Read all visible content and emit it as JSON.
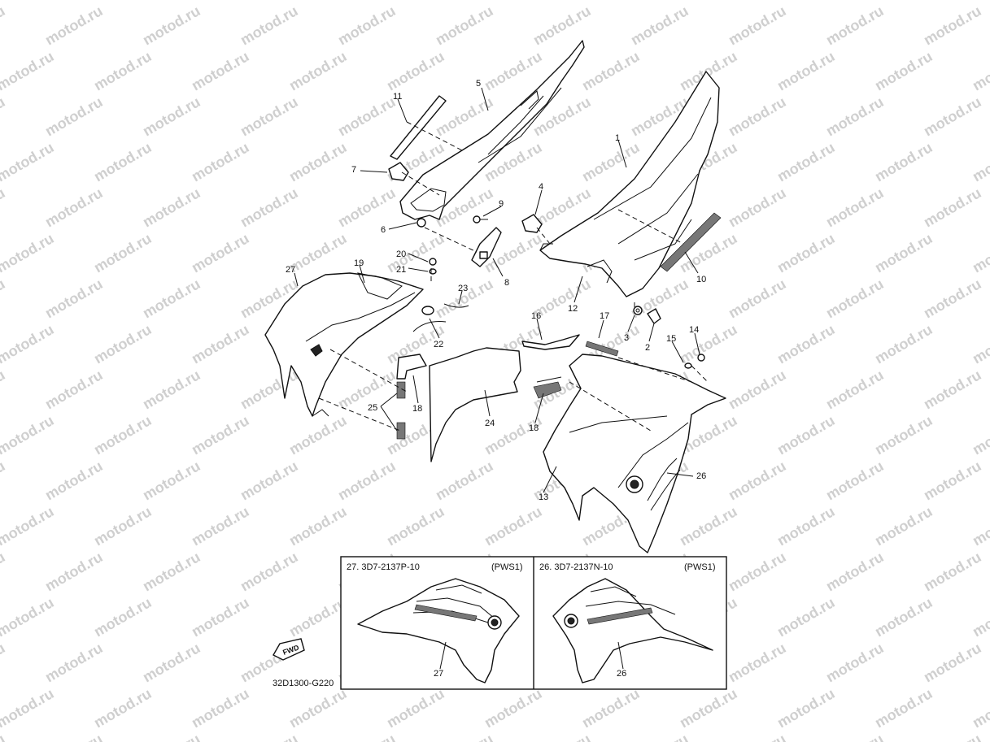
{
  "watermark": "motod.ru",
  "diagram_code": "32D1300-G220",
  "fwd_label": "FWD",
  "callouts": {
    "c1": "1",
    "c2": "2",
    "c3": "3",
    "c4": "4",
    "c5": "5",
    "c6": "6",
    "c7": "7",
    "c8": "8",
    "c9": "9",
    "c10": "10",
    "c11": "11",
    "c12": "12",
    "c13": "13",
    "c14": "14",
    "c15": "15",
    "c16": "16",
    "c17": "17",
    "c18a": "18",
    "c18b": "18",
    "c19": "19",
    "c20": "20",
    "c21": "21",
    "c22": "22",
    "c23": "23",
    "c24": "24",
    "c25": "25",
    "c26": "26",
    "c27": "27"
  },
  "inset_left": {
    "header": "27. 3D7-2137P-10",
    "variant": "(PWS1)",
    "callout": "27"
  },
  "inset_right": {
    "header": "26. 3D7-2137N-10",
    "variant": "(PWS1)",
    "callout": "26"
  }
}
